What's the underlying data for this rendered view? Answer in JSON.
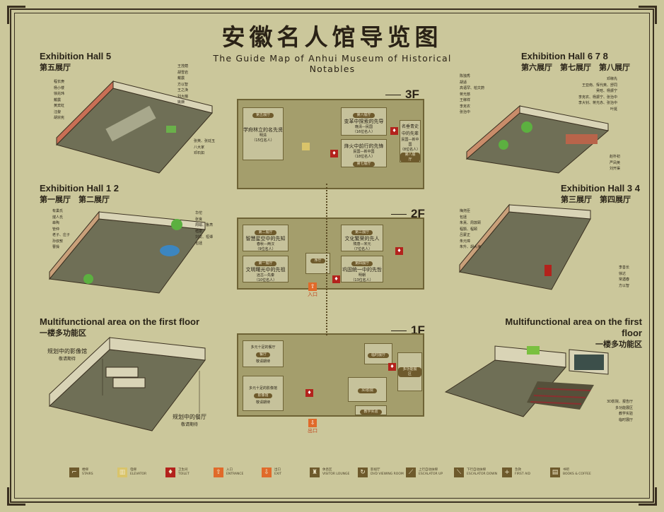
{
  "title": "安徽名人馆导览图",
  "subtitle": "The Guide Map of Anhui Museum of Historical Notables",
  "halls": {
    "h5": {
      "en": "Exhibition Hall 5",
      "cn": "第五展厅",
      "names_left": [
        "程长庚",
        "杨小楼",
        "徐兆玮",
        "戴震",
        "黄宾虹",
        "汪鋆",
        "胡宗宪"
      ],
      "names_right": [
        "王茂荫",
        "胡雪岩",
        "戴震",
        "方以智",
        "王之涣",
        "刘大櫆",
        "姚鼐"
      ],
      "names_bottom": [
        "张英、张廷玉",
        "八大家",
        "邓石如"
      ]
    },
    "h678": {
      "en": "Exhibition Hall 6 7 8",
      "cn": "第六展厅　第七展厅　第八展厅",
      "names_left": [
        "陈独秀",
        "胡适",
        "高语罕、柏文蔚",
        "蒋光慈",
        "王稼祥",
        "李克农",
        "张治中"
      ],
      "names_right": [
        "邓稼先",
        "王亚南、恽代英、舒同",
        "吴晗、杨振宁",
        "李克农、杨振宁、张治中",
        "李大钊、蒋光赤、张治中",
        "叶挺"
      ],
      "names_bottom": [
        "赵朴初",
        "严凤英",
        "刘开渠"
      ]
    },
    "h12": {
      "en": "Exhibition Hall 1 2",
      "cn": "第一展厅　第二展厅",
      "names_left": [
        "有巢氏",
        "燧人氏",
        "皋陶",
        "管仲",
        "老子、庄子",
        "孙叔敖",
        "曹操"
      ],
      "names_right": [
        "华佗",
        "张良",
        "周瑜、鲁肃",
        "嵇康",
        "刘安、桓谭",
        "包拯"
      ]
    },
    "h34": {
      "en": "Exhibition Hall 3 4",
      "cn": "第三展厅　第四展厅",
      "names_left": [
        "梅尧臣",
        "包拯",
        "朱熹、周敦颐",
        "程颢、程颐",
        "吕蒙正",
        "朱元璋",
        "朱升、胡大海"
      ],
      "names_right": [
        "李善长",
        "徐达",
        "常遇春",
        "方以智"
      ]
    },
    "mfl": {
      "en": "Multifunctional area on the first floor",
      "cn": "一楼多功能区",
      "a1": "规划中的影像馆",
      "a1s": "敬请期待",
      "a2": "规划中的餐厅",
      "a2s": "敬请期待"
    },
    "mfr": {
      "en": "Multifunctional area on the first floor",
      "cn": "一楼多功能区",
      "labels": [
        "3D影院、报告厅",
        "多功能展区",
        "教学实验",
        "临时展厅"
      ]
    }
  },
  "floors": {
    "f3": {
      "label": "3F",
      "rooms": [
        {
          "tag": "第五展厅",
          "name": "学府林立的名先贤",
          "era": "明清",
          "count": "（15位名人）"
        },
        {
          "tag": "第六展厅",
          "name": "变革中探索的先导",
          "era": "晚清—民国",
          "count": "（16位名人）"
        },
        {
          "tag": "第七展厅",
          "name": "烽火中前行的先锋",
          "era": "民国—新中国",
          "count": "（18位名人）"
        },
        {
          "tag": "第八展厅",
          "name": "名垂青史中的先辈",
          "era": "民国—新中国",
          "count": "（8位名人）"
        }
      ]
    },
    "f2": {
      "label": "2F",
      "rooms": [
        {
          "tag": "第二展厅",
          "name": "智慧星空中的先知",
          "era": "春秋—两汉",
          "count": "（9位名人）"
        },
        {
          "tag": "第一展厅",
          "name": "文明曙光中的先祖",
          "era": "远古—先秦",
          "count": "（10位名人）"
        },
        {
          "tag": "第三展厅",
          "name": "文化繁荣的先人",
          "era": "隋唐—宋元",
          "count": "（7位名人）"
        },
        {
          "tag": "第四展厅",
          "name": "巩固统一中的先哲",
          "era": "明朝",
          "count": "（13位名人）"
        }
      ],
      "hall": "序厅"
    },
    "f1": {
      "label": "1F",
      "rooms": [
        {
          "line1": "多元十足的餐厅",
          "tag": "餐厅",
          "line2": "敬请期待"
        },
        {
          "line1": "多元十足的影像馆",
          "tag": "影像馆",
          "line2": "敬请期待"
        },
        {
          "tag": "临时展厅"
        },
        {
          "tag": "多功能展区"
        },
        {
          "tag": "3D影院"
        },
        {
          "tag": "教学实验"
        }
      ]
    },
    "entrance": "入口",
    "exit": "出口"
  },
  "legend": [
    {
      "icon": "stairs-icon",
      "cn": "楼梯",
      "en": "STAIRS",
      "color": "#6e5a2c"
    },
    {
      "icon": "elevator-icon",
      "cn": "电梯",
      "en": "ELEVATOR",
      "color": "#d9c46a"
    },
    {
      "icon": "toilet-icon",
      "cn": "卫生间",
      "en": "TOILET",
      "color": "#b3221c"
    },
    {
      "icon": "entrance-icon",
      "cn": "入口",
      "en": "ENTRANCE",
      "color": "#e06a2a"
    },
    {
      "icon": "exit-icon",
      "cn": "出口",
      "en": "EXIT",
      "color": "#e06a2a"
    },
    {
      "icon": "lounge-icon",
      "cn": "休息区",
      "en": "VISITOR LOUNGE",
      "color": "#6e5a2c"
    },
    {
      "icon": "viewing-room-icon",
      "cn": "影视厅",
      "en": "DVD VIEWING ROOM",
      "color": "#6e5a2c"
    },
    {
      "icon": "escalator-up-icon",
      "cn": "上行自动扶梯",
      "en": "ESCALATOR UP",
      "color": "#6e5a2c"
    },
    {
      "icon": "escalator-down-icon",
      "cn": "下行自动扶梯",
      "en": "ESCALATOR DOWN",
      "color": "#6e5a2c"
    },
    {
      "icon": "first-aid-icon",
      "cn": "急救",
      "en": "FIRST AID",
      "color": "#6e5a2c"
    },
    {
      "icon": "books-coffee-icon",
      "cn": "书吧",
      "en": "BOOKS & COFFEE",
      "color": "#6e5a2c"
    }
  ]
}
